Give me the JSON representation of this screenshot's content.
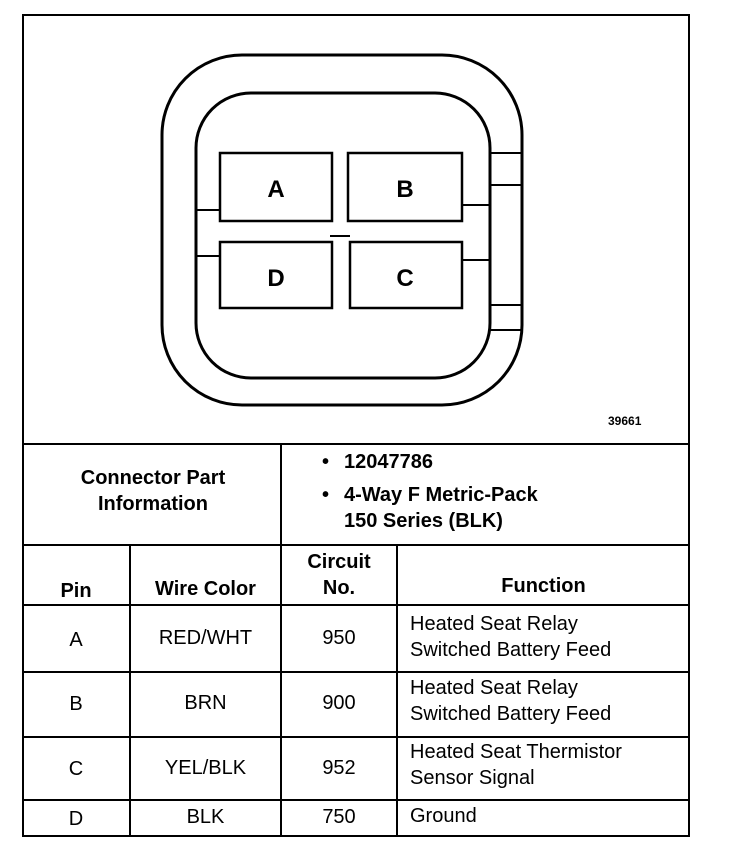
{
  "figure_id": "39661",
  "connector": {
    "pins": {
      "a": "A",
      "b": "B",
      "c": "C",
      "d": "D"
    }
  },
  "info": {
    "label_line1": "Connector Part",
    "label_line2": "Information",
    "part_number": "12047786",
    "desc_line1": "4-Way F Metric-Pack",
    "desc_line2": "150 Series (BLK)"
  },
  "table": {
    "headers": {
      "pin": "Pin",
      "wire_color": "Wire Color",
      "circuit_line1": "Circuit",
      "circuit_line2": "No.",
      "function": "Function"
    },
    "rows": [
      {
        "pin": "A",
        "wire_color": "RED/WHT",
        "circuit": "950",
        "function_line1": "Heated Seat Relay",
        "function_line2": "Switched Battery Feed"
      },
      {
        "pin": "B",
        "wire_color": "BRN",
        "circuit": "900",
        "function_line1": "Heated Seat Relay",
        "function_line2": "Switched Battery Feed"
      },
      {
        "pin": "C",
        "wire_color": "YEL/BLK",
        "circuit": "952",
        "function_line1": "Heated Seat Thermistor",
        "function_line2": "Sensor Signal"
      },
      {
        "pin": "D",
        "wire_color": "BLK",
        "circuit": "750",
        "function_line1": "Ground",
        "function_line2": ""
      }
    ]
  }
}
